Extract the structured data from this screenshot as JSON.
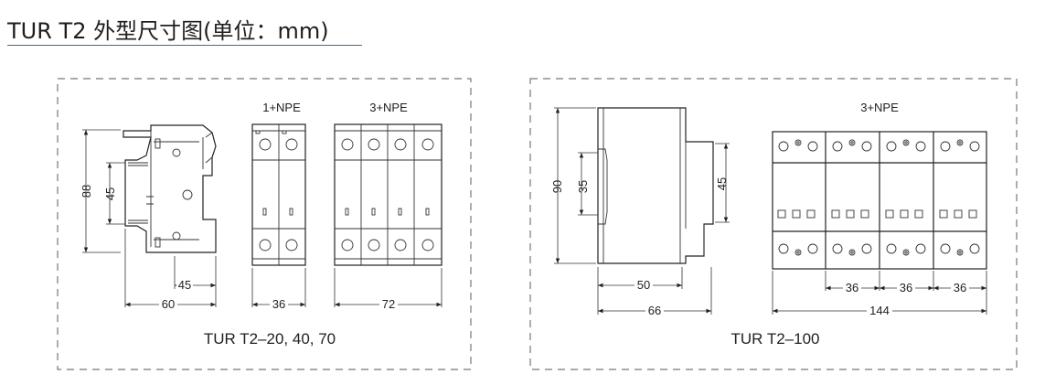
{
  "title": "TUR T2 外型尺寸图(单位：mm)",
  "left_panel": {
    "caption": "TUR T2–20, 40, 70",
    "label_1npe": "1+NPE",
    "label_3npe": "3+NPE",
    "dim_88": "88",
    "dim_45v": "45",
    "dim_45h": "45",
    "dim_60": "60",
    "dim_36": "36",
    "dim_72": "72"
  },
  "right_panel": {
    "caption": "TUR T2–100",
    "label_3npe": "3+NPE",
    "dim_90": "90",
    "dim_35": "35",
    "dim_45": "45",
    "dim_50": "50",
    "dim_66": "66",
    "dim_36a": "36",
    "dim_36b": "36",
    "dim_36c": "36",
    "dim_144": "144"
  }
}
